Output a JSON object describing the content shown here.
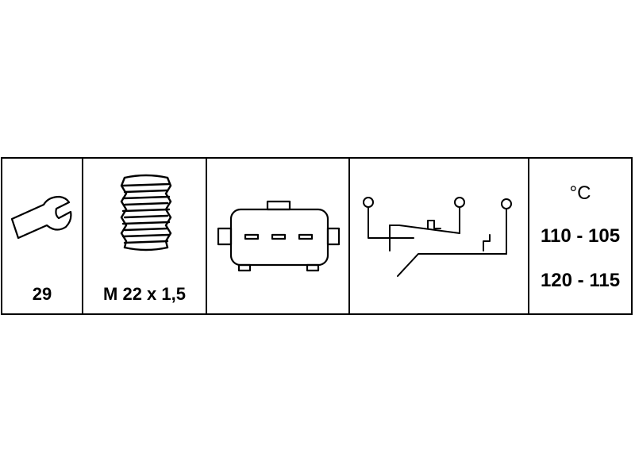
{
  "cells": [
    {
      "label": "29",
      "icon": "wrench-icon"
    },
    {
      "label": "M 22 x 1,5",
      "icon": "thread-icon"
    },
    {
      "icon": "connector-icon"
    },
    {
      "icon": "switch-schematic-icon"
    },
    {
      "unit": "°C",
      "values": [
        "110 - 105",
        "120 - 115"
      ]
    }
  ]
}
